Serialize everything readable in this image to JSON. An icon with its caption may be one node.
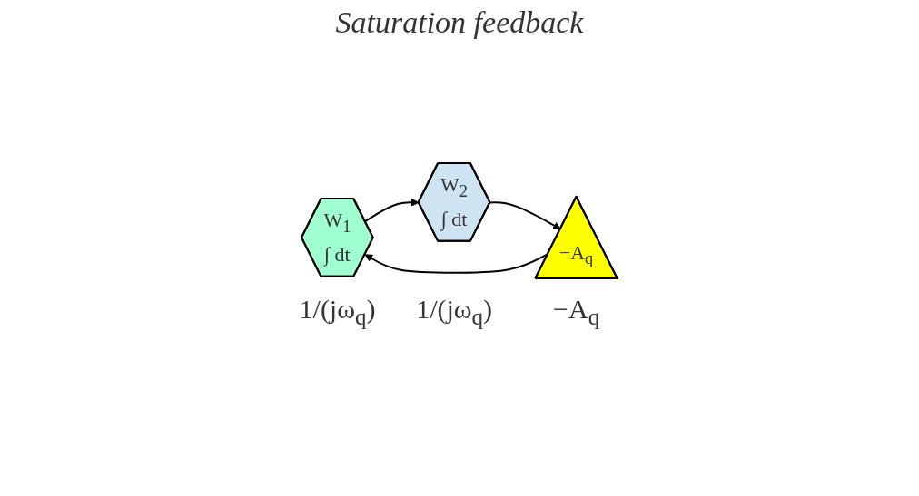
{
  "diagram": {
    "title": "Saturation feedback",
    "nodes": [
      {
        "text": [
          "W$_{1}$",
          "∫ dt"
        ],
        "beside": [
          "1/(jω$_{q}$)"
        ]
      },
      {
        "text": [
          "W$_{2}$",
          "∫ dt"
        ],
        "beside": [
          "1/(jω$_{q}$)"
        ]
      },
      {
        "text": [
          "−A$_{q}$"
        ],
        "beside": [
          "−A$_{q}$"
        ]
      }
    ],
    "edges": [
      {
        "from": 0,
        "to": 1,
        "arrow": "to"
      },
      {
        "from": 1,
        "to": 2,
        "arrow": "to"
      },
      {
        "from": 2,
        "to": 0,
        "arrow": "to"
      }
    ]
  }
}
